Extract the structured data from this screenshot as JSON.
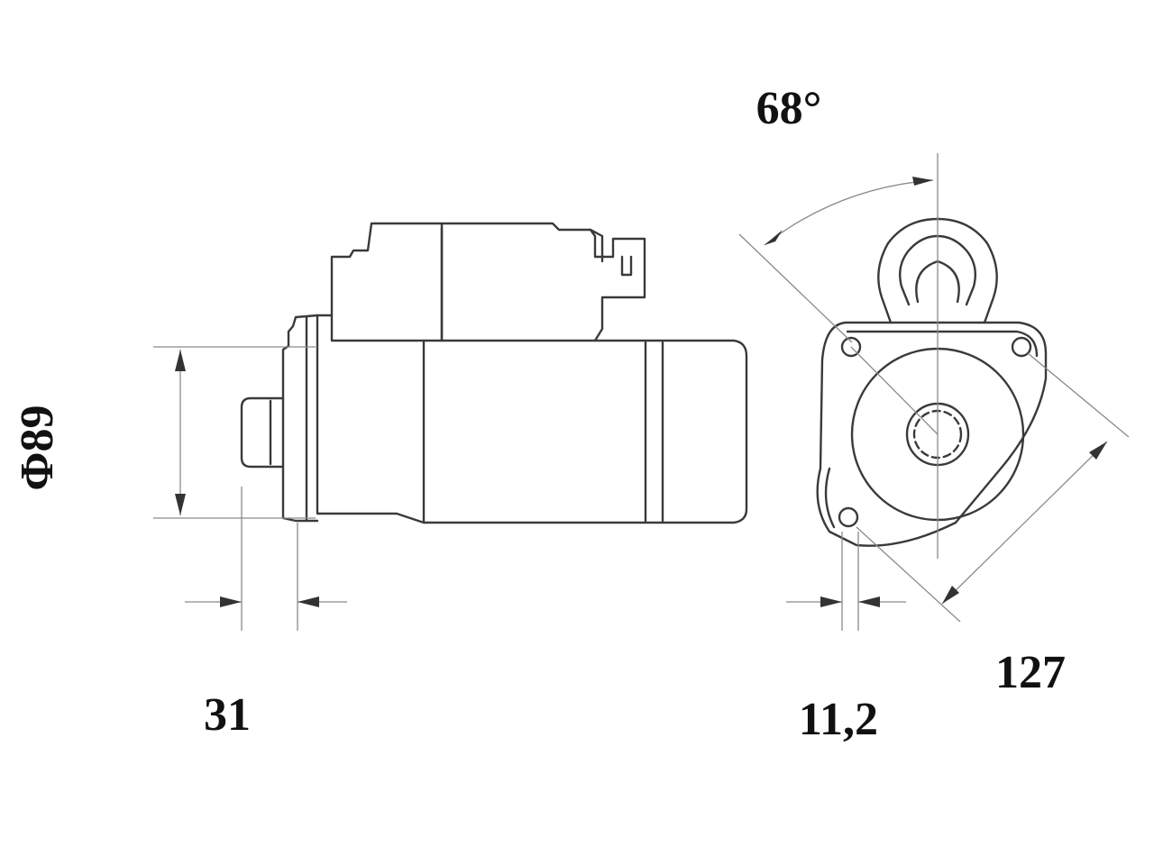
{
  "dimensions": {
    "angle": "68°",
    "diameter": "Φ89",
    "flange_offset": "31",
    "mount_offset": "11,2",
    "bolt_spacing": "127"
  },
  "colors": {
    "line": "#3a3a3a",
    "dimension_line": "#8a8a8a",
    "text": "#111111",
    "background": "#ffffff"
  }
}
